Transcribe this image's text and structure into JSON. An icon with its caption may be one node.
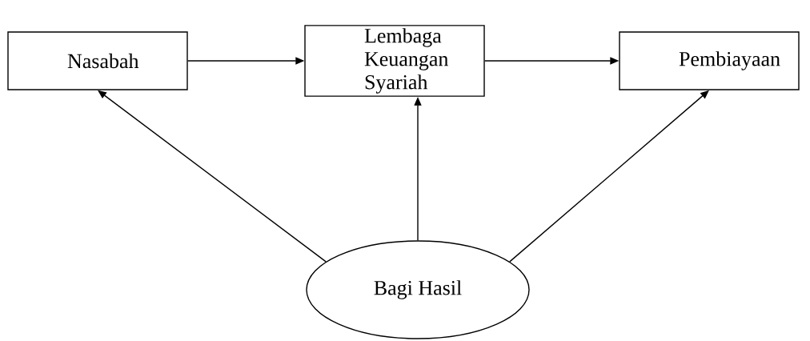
{
  "diagram": {
    "nodes": [
      {
        "text": [
          "Nasabah"
        ]
      },
      {
        "text": [
          "Lembaga Keuangan Syariah"
        ]
      },
      {
        "text": [
          "Pembiayaan"
        ]
      },
      {
        "text": [
          "Bagi Hasil"
        ]
      }
    ],
    "edges": [
      {
        "from": 0,
        "to": 1,
        "arrow": "to"
      },
      {
        "from": 1,
        "to": 2,
        "arrow": "to"
      },
      {
        "from": 3,
        "to": 0,
        "arrow": "to"
      },
      {
        "from": 3,
        "to": 1,
        "arrow": "to"
      },
      {
        "from": 3,
        "to": 2,
        "arrow": "to"
      }
    ]
  }
}
